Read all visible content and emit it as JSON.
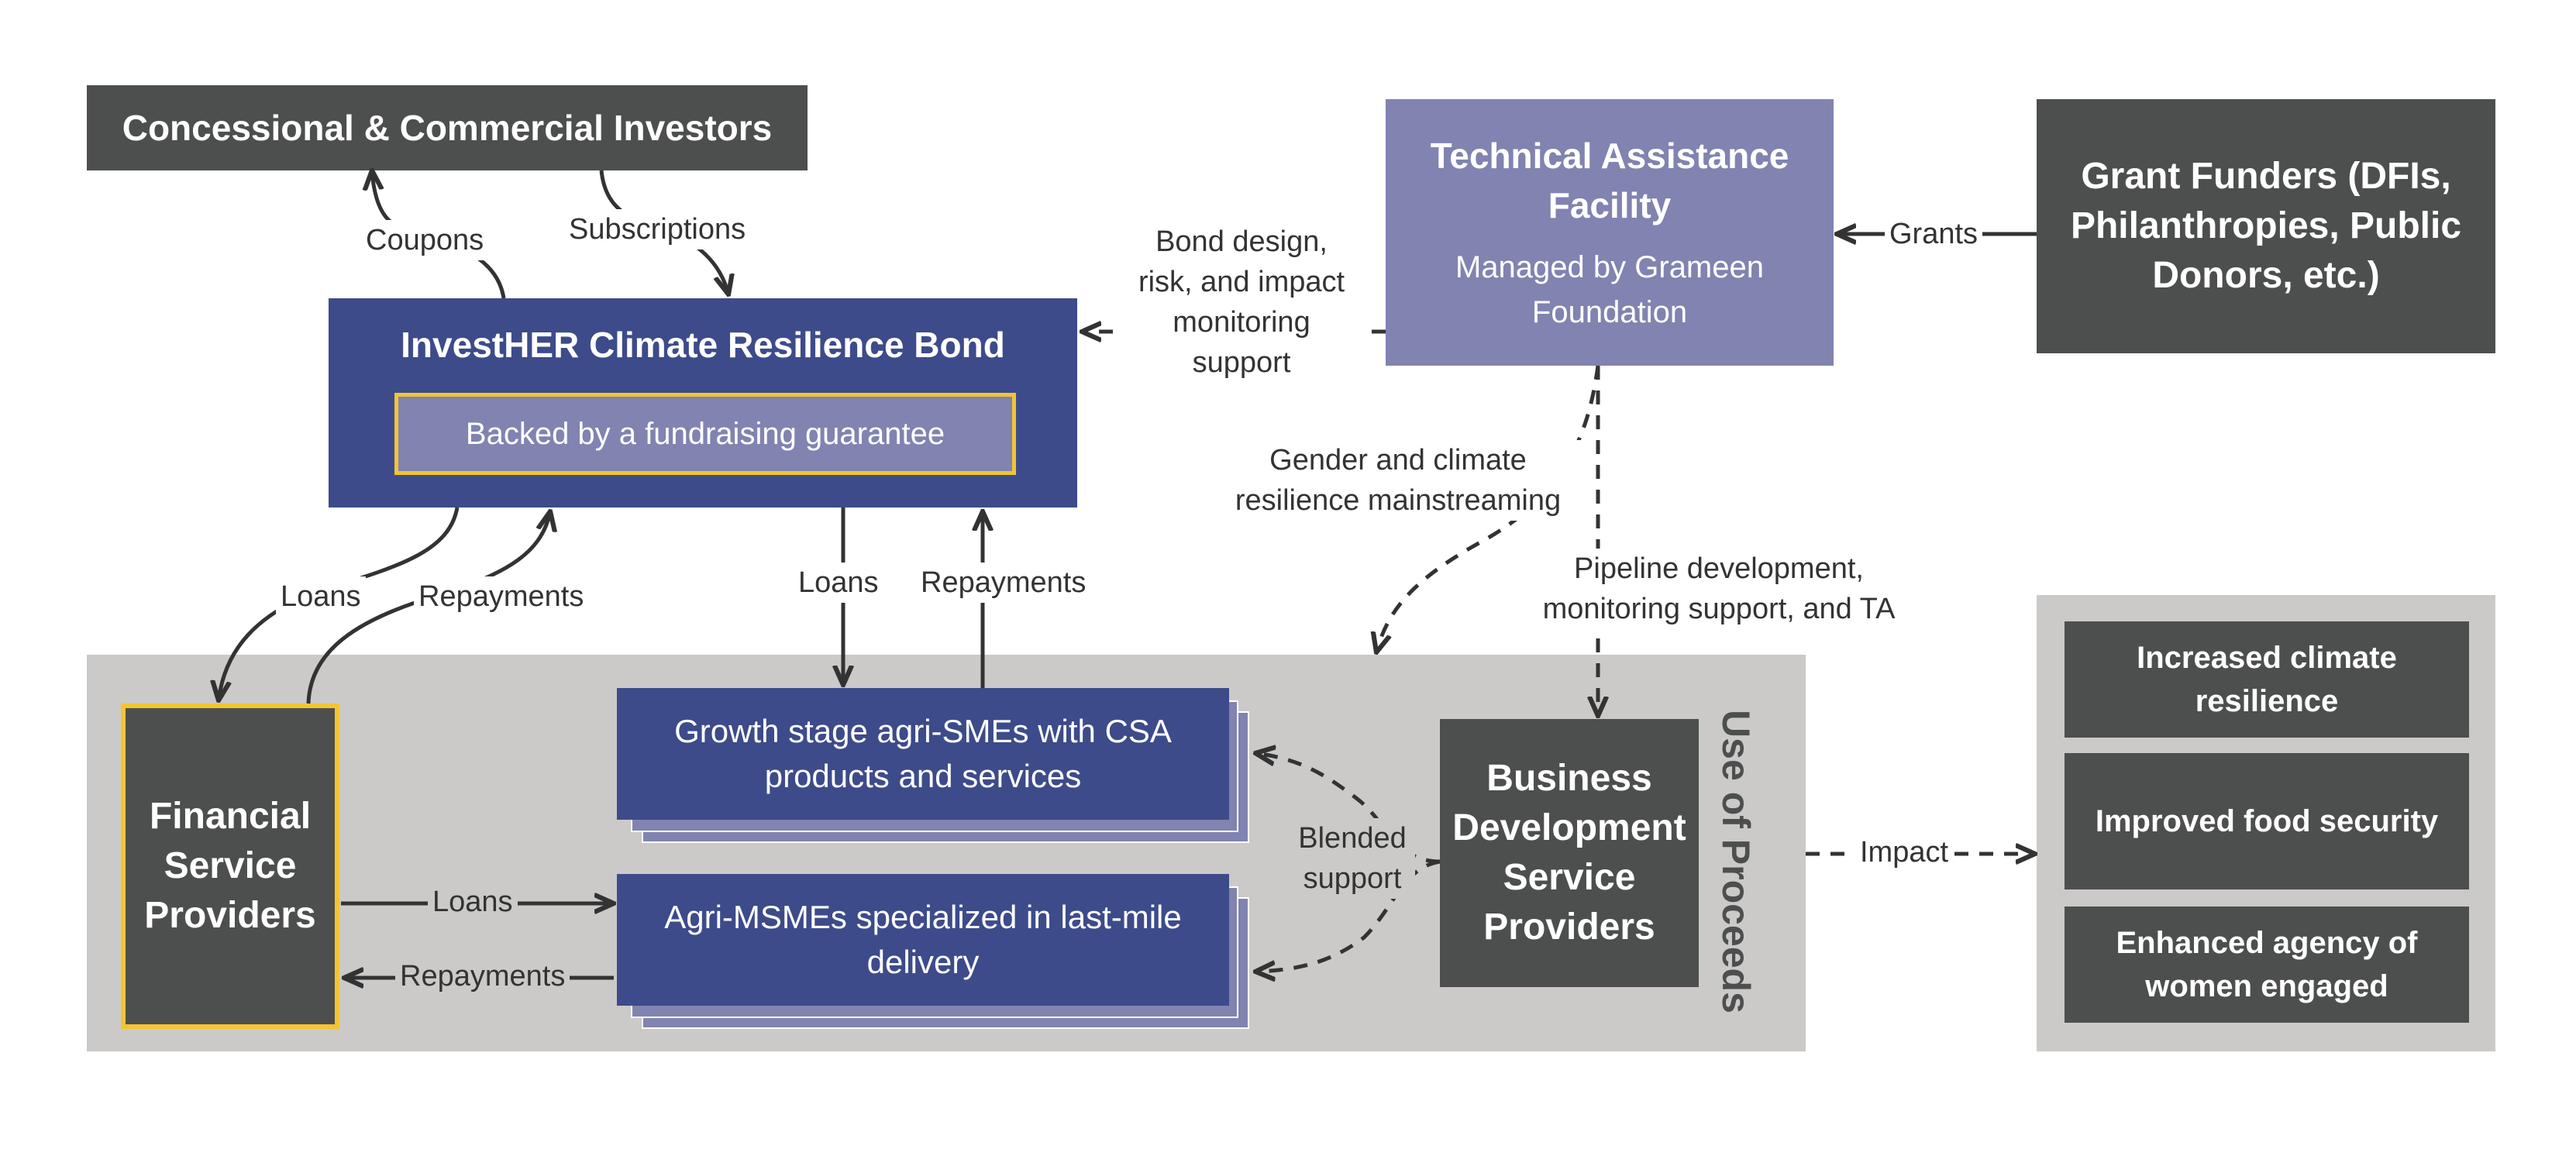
{
  "investors": {
    "label": "Concessional & Commercial Investors"
  },
  "bond": {
    "title": "InvestHER Climate Resilience Bond",
    "guarantee": "Backed by a fundraising guarantee"
  },
  "ta_facility": {
    "title": "Technical Assistance Facility",
    "subtitle": "Managed by Grameen Foundation"
  },
  "grant_funders": {
    "label": "Grant Funders (DFIs, Philanthropies, Public Donors, etc.)"
  },
  "flows": {
    "coupons": "Coupons",
    "subscriptions": "Subscriptions",
    "grants": "Grants",
    "bond_design": "Bond design, risk, and impact monitoring support",
    "gender": "Gender and climate resilience mainstreaming",
    "pipeline": "Pipeline development, monitoring support, and TA",
    "loans_fsp": "Loans",
    "repayments_fsp": "Repayments",
    "loans_sme": "Loans",
    "repayments_sme": "Repayments",
    "loans_msme": "Loans",
    "repayments_msme": "Repayments",
    "blended": "Blended support",
    "impact": "Impact"
  },
  "use_of_proceeds": {
    "label": "Use of Proceeds",
    "fsp": "Financial Service Providers",
    "sme": "Growth stage agri-SMEs with CSA products and services",
    "msme": "Agri-MSMEs specialized in last-mile delivery",
    "bds": "Business Development Service Providers"
  },
  "impacts": [
    "Increased climate resilience",
    "Improved food security",
    "Enhanced agency of women engaged"
  ],
  "colors": {
    "dark_grey": "#4d4f4e",
    "navy": "#3d4b8a",
    "lavender": "#8183b0",
    "panel_grey": "#cbcac9",
    "highlight_yellow": "#f2c531",
    "arrow": "#333333"
  }
}
